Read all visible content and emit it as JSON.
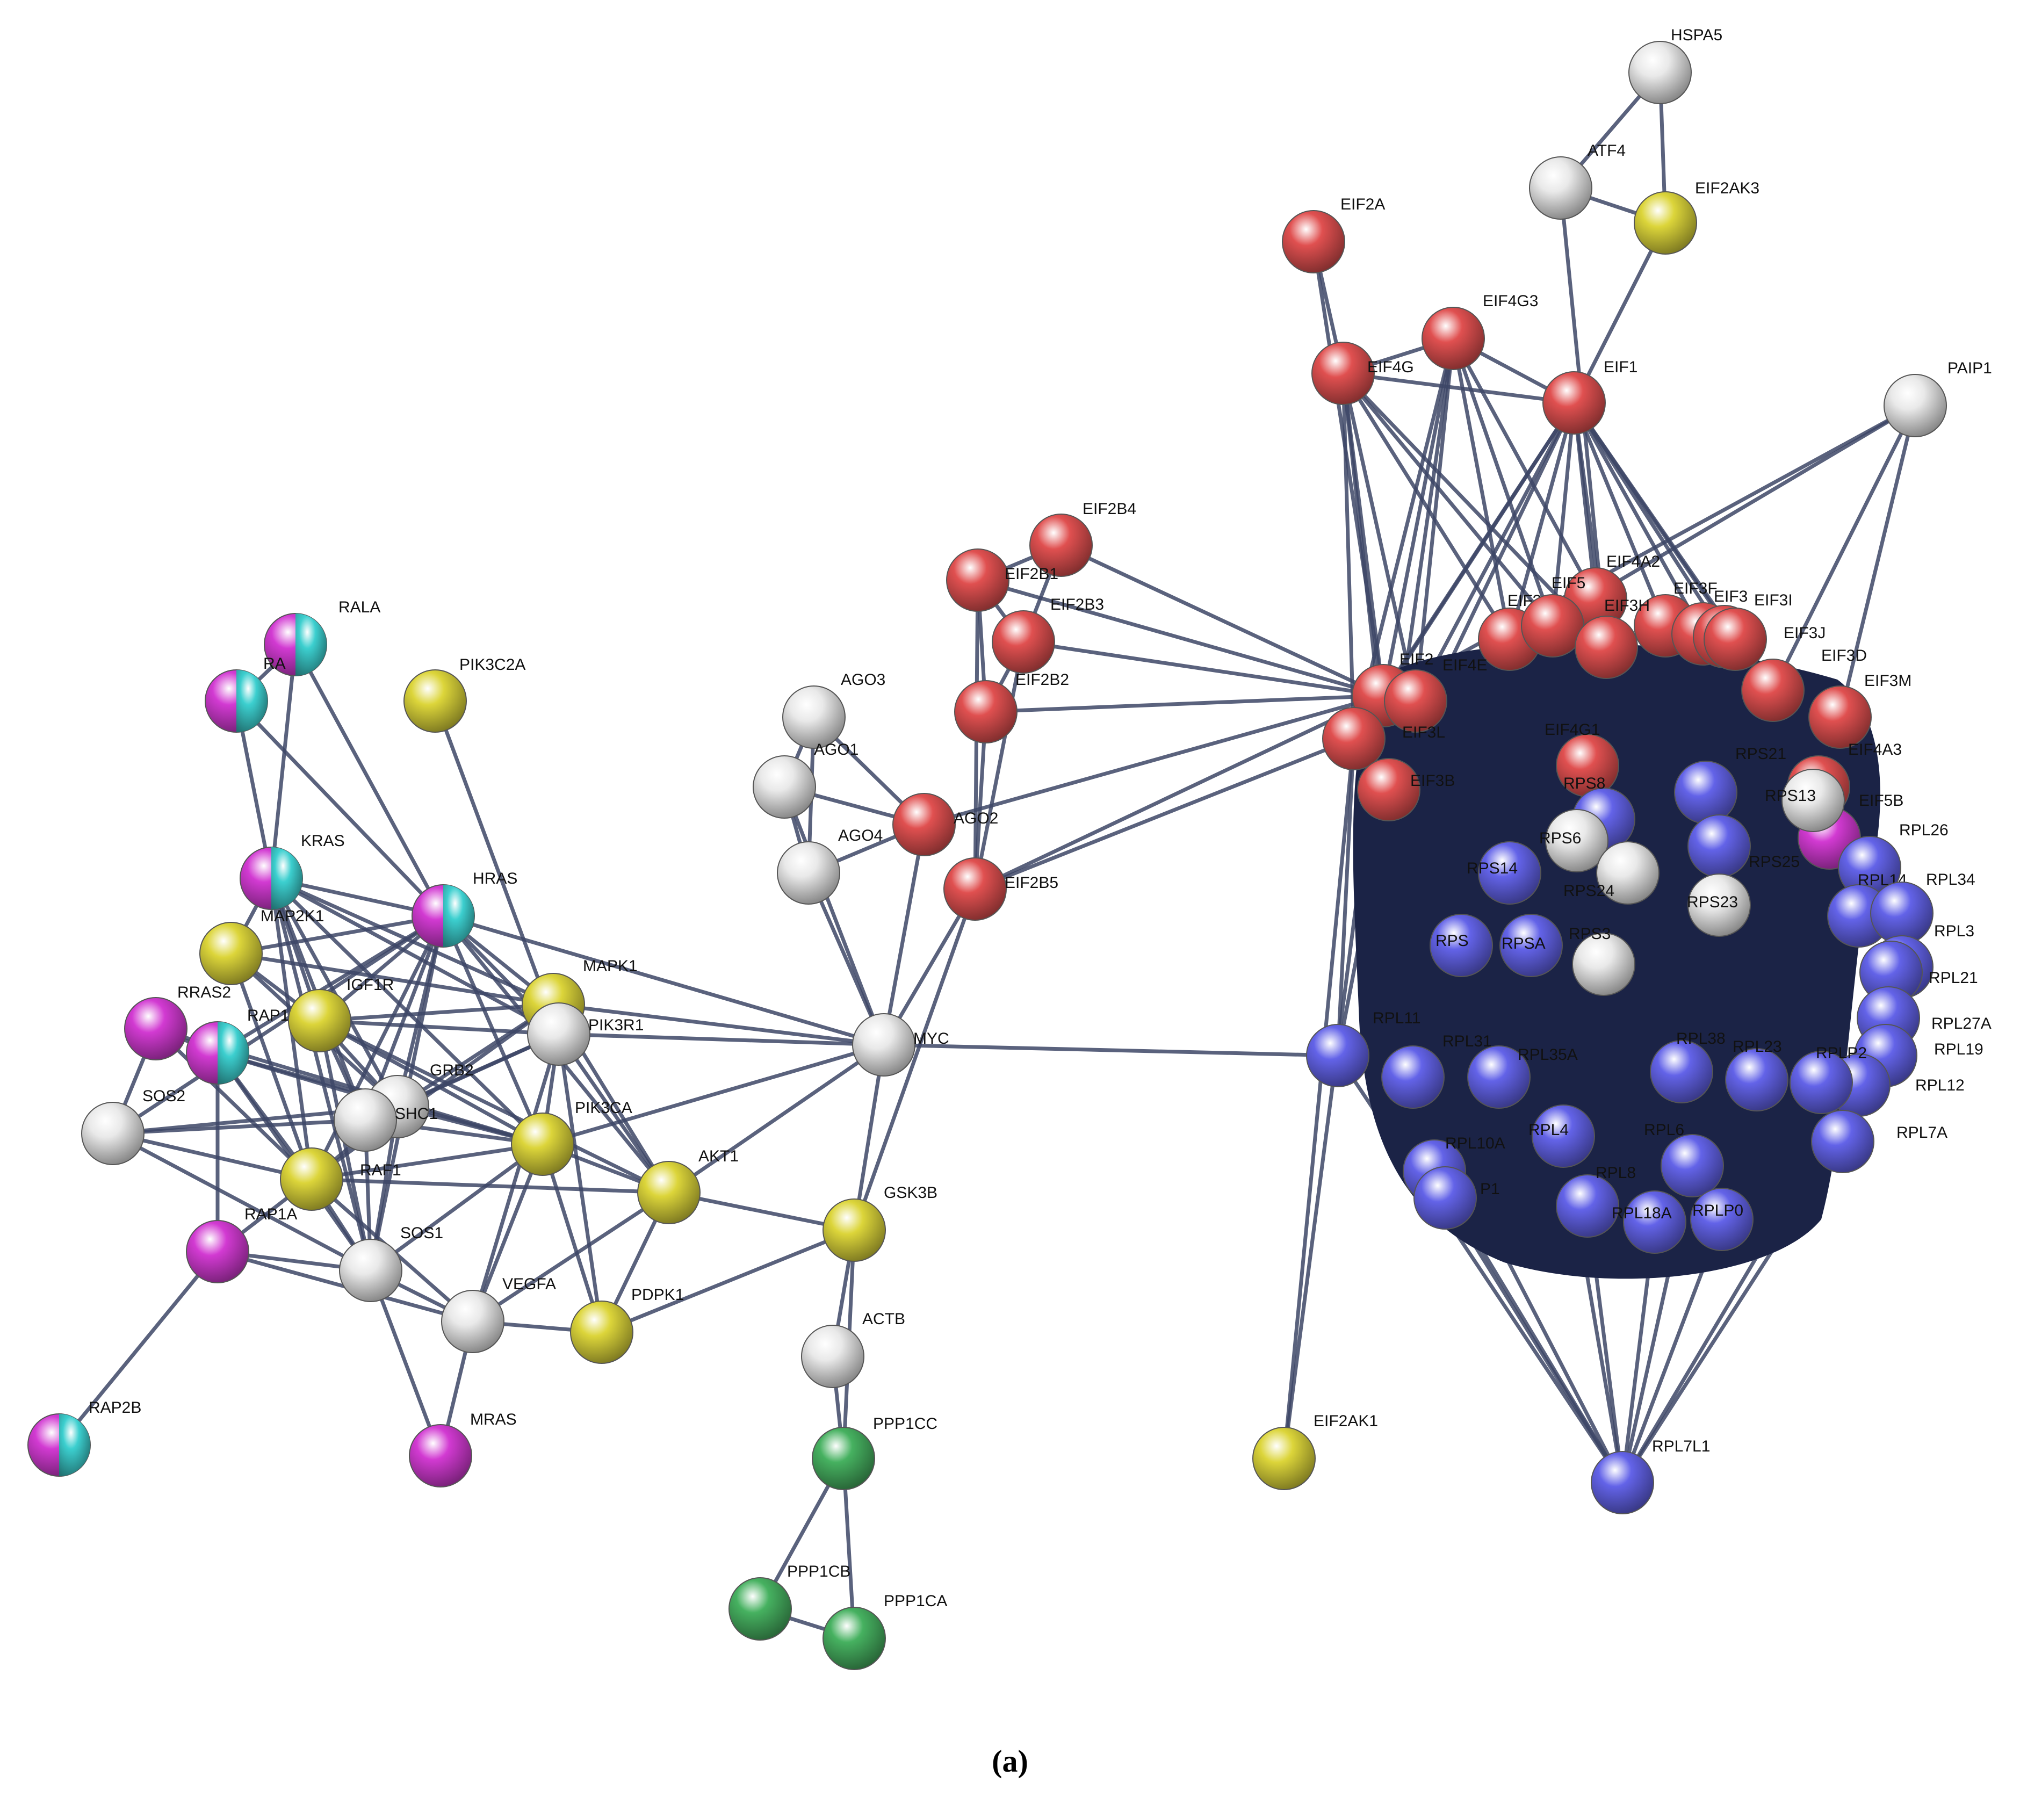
{
  "caption": "(a)",
  "colors": {
    "red": "#e05050",
    "white": "#e9e9e9",
    "yellow": "#dcd53a",
    "blue": "#6363e8",
    "green": "#46b160",
    "magenta": "#d23ad2",
    "cyan": "#3ccfcf",
    "edge": "#3d4666",
    "cluster_fill": "#1b2346"
  },
  "nodes": [
    {
      "id": "HSPA5",
      "label": "HSPA5",
      "color": "white"
    },
    {
      "id": "ATF4",
      "label": "ATF4",
      "color": "white"
    },
    {
      "id": "EIF2AK3",
      "label": "EIF2AK3",
      "color": "yellow"
    },
    {
      "id": "EIF2A",
      "label": "EIF2A",
      "color": "red"
    },
    {
      "id": "EIF4G3",
      "label": "EIF4G3",
      "color": "red"
    },
    {
      "id": "EIF4G",
      "label": "EIF4G",
      "color": "red"
    },
    {
      "id": "EIF1",
      "label": "EIF1",
      "color": "red"
    },
    {
      "id": "PAIP1",
      "label": "PAIP1",
      "color": "white"
    },
    {
      "id": "EIF2B4",
      "label": "EIF2B4",
      "color": "red"
    },
    {
      "id": "EIF2B1",
      "label": "EIF2B1",
      "color": "red"
    },
    {
      "id": "EIF2B3",
      "label": "EIF2B3",
      "color": "red"
    },
    {
      "id": "EIF2B2",
      "label": "EIF2B2",
      "color": "red"
    },
    {
      "id": "EIF2B5",
      "label": "EIF2B5",
      "color": "red"
    },
    {
      "id": "AGO3",
      "label": "AGO3",
      "color": "white"
    },
    {
      "id": "AGO1",
      "label": "AGO1",
      "color": "white"
    },
    {
      "id": "AGO4",
      "label": "AGO4",
      "color": "white"
    },
    {
      "id": "AGO2",
      "label": "AGO2",
      "color": "red"
    },
    {
      "id": "MYC",
      "label": "MYC",
      "color": "white"
    },
    {
      "id": "GSK3B",
      "label": "GSK3B",
      "color": "yellow"
    },
    {
      "id": "ACTB",
      "label": "ACTB",
      "color": "white"
    },
    {
      "id": "PPP1CC",
      "label": "PPP1CC",
      "color": "green"
    },
    {
      "id": "PPP1CB",
      "label": "PPP1CB",
      "color": "green"
    },
    {
      "id": "PPP1CA",
      "label": "PPP1CA",
      "color": "green"
    },
    {
      "id": "EIF2AK1",
      "label": "EIF2AK1",
      "color": "yellow"
    },
    {
      "id": "RALA",
      "label": "RALA",
      "color": "magenta-cyan"
    },
    {
      "id": "RA",
      "label": "RA",
      "color": "magenta-cyan"
    },
    {
      "id": "PIK3C2A",
      "label": "PIK3C2A",
      "color": "yellow"
    },
    {
      "id": "KRAS",
      "label": "KRAS",
      "color": "magenta-cyan"
    },
    {
      "id": "HRAS",
      "label": "HRAS",
      "color": "magenta-cyan"
    },
    {
      "id": "MAP2K1",
      "label": "MAP2K1",
      "color": "yellow"
    },
    {
      "id": "RRAS2",
      "label": "RRAS2",
      "color": "magenta"
    },
    {
      "id": "RAP1B",
      "label": "RAP1B",
      "color": "magenta-cyan"
    },
    {
      "id": "IGF1R",
      "label": "IGF1R",
      "color": "yellow"
    },
    {
      "id": "MAPK1",
      "label": "MAPK1",
      "color": "yellow"
    },
    {
      "id": "PIK3R1",
      "label": "PIK3R1",
      "color": "white"
    },
    {
      "id": "GRB2",
      "label": "GRB2",
      "color": "white"
    },
    {
      "id": "SHC1",
      "label": "SHC1",
      "color": "white"
    },
    {
      "id": "SOS2",
      "label": "SOS2",
      "color": "white"
    },
    {
      "id": "PIK3CA",
      "label": "PIK3CA",
      "color": "yellow"
    },
    {
      "id": "AKT1",
      "label": "AKT1",
      "color": "yellow"
    },
    {
      "id": "RAF1",
      "label": "RAF1",
      "color": "yellow"
    },
    {
      "id": "RAP1A",
      "label": "RAP1A",
      "color": "magenta"
    },
    {
      "id": "SOS1",
      "label": "SOS1",
      "color": "white"
    },
    {
      "id": "VEGFA",
      "label": "VEGFA",
      "color": "white"
    },
    {
      "id": "PDPK1",
      "label": "PDPK1",
      "color": "yellow"
    },
    {
      "id": "MRAS",
      "label": "MRAS",
      "color": "magenta"
    },
    {
      "id": "RAP2B",
      "label": "RAP2B",
      "color": "magenta-cyan"
    },
    {
      "id": "EIF4A2",
      "label": "EIF4A2",
      "color": "red"
    },
    {
      "id": "EIF3F",
      "label": "EIF3F",
      "color": "red"
    },
    {
      "id": "EIF3",
      "label": "EIF3",
      "color": "red"
    },
    {
      "id": "EIF3I",
      "label": "EIF3I",
      "color": "red"
    },
    {
      "id": "EIF3J",
      "label": "EIF3J",
      "color": "red"
    },
    {
      "id": "EIF3A",
      "label": "EIF3A",
      "color": "red"
    },
    {
      "id": "EIF5",
      "label": "EIF5",
      "color": "red"
    },
    {
      "id": "EIF3H",
      "label": "EIF3H",
      "color": "red"
    },
    {
      "id": "EIF3D",
      "label": "EIF3D",
      "color": "red"
    },
    {
      "id": "EIF3M",
      "label": "EIF3M",
      "color": "red"
    },
    {
      "id": "EIF2",
      "label": "EIF2",
      "color": "red"
    },
    {
      "id": "EIF4E",
      "label": "EIF4E",
      "color": "red"
    },
    {
      "id": "EIF3L",
      "label": "EIF3L",
      "color": "red"
    },
    {
      "id": "EIF3B",
      "label": "EIF3B",
      "color": "red"
    },
    {
      "id": "EIF4G1",
      "label": "EIF4G1",
      "color": "red"
    },
    {
      "id": "EIF4A3",
      "label": "EIF4A3",
      "color": "red"
    },
    {
      "id": "EIF5B",
      "label": "EIF5B",
      "color": "magenta"
    },
    {
      "id": "RPS21",
      "label": "RPS21",
      "color": "blue"
    },
    {
      "id": "RPS13",
      "label": "RPS13",
      "color": "white"
    },
    {
      "id": "RPS8",
      "label": "RPS8",
      "color": "blue"
    },
    {
      "id": "RPS6",
      "label": "RPS6",
      "color": "white"
    },
    {
      "id": "RPS14",
      "label": "RPS14",
      "color": "blue"
    },
    {
      "id": "RPS25",
      "label": "RPS25",
      "color": "blue"
    },
    {
      "id": "RPS24",
      "label": "RPS24",
      "color": "white"
    },
    {
      "id": "RPS23",
      "label": "RPS23",
      "color": "white"
    },
    {
      "id": "RPS",
      "label": "RPS",
      "color": "blue"
    },
    {
      "id": "RPSA",
      "label": "RPSA",
      "color": "blue"
    },
    {
      "id": "RPS3",
      "label": "RPS3",
      "color": "white"
    },
    {
      "id": "RPL26",
      "label": "RPL26",
      "color": "blue"
    },
    {
      "id": "RPL14",
      "label": "RPL14",
      "color": "blue"
    },
    {
      "id": "RPL34",
      "label": "RPL34",
      "color": "blue"
    },
    {
      "id": "RPL3",
      "label": "RPL3",
      "color": "blue"
    },
    {
      "id": "RPL21",
      "label": "RPL21",
      "color": "blue"
    },
    {
      "id": "RPL27A",
      "label": "RPL27A",
      "color": "blue"
    },
    {
      "id": "RPL19",
      "label": "RPL19",
      "color": "blue"
    },
    {
      "id": "RPL12",
      "label": "RPL12",
      "color": "blue"
    },
    {
      "id": "RPL7A",
      "label": "RPL7A",
      "color": "blue"
    },
    {
      "id": "RPL11",
      "label": "RPL11",
      "color": "blue"
    },
    {
      "id": "RPL31",
      "label": "RPL31",
      "color": "blue"
    },
    {
      "id": "RPL35A",
      "label": "RPL35A",
      "color": "blue"
    },
    {
      "id": "RPL38",
      "label": "RPL38",
      "color": "blue"
    },
    {
      "id": "RPL23",
      "label": "RPL23",
      "color": "blue"
    },
    {
      "id": "RPLP2",
      "label": "RPLP2",
      "color": "blue"
    },
    {
      "id": "RPL10A",
      "label": "RPL10A",
      "color": "blue"
    },
    {
      "id": "RPL4",
      "label": "RPL4",
      "color": "blue"
    },
    {
      "id": "RPL6",
      "label": "RPL6",
      "color": "blue"
    },
    {
      "id": "P1",
      "label": "P1",
      "color": "blue"
    },
    {
      "id": "RPL8",
      "label": "RPL8",
      "color": "blue"
    },
    {
      "id": "RPL18A",
      "label": "RPL18A",
      "color": "blue"
    },
    {
      "id": "RPLP0",
      "label": "RPLP0",
      "color": "blue"
    },
    {
      "id": "RPL7L1",
      "label": "RPL7L1",
      "color": "blue"
    }
  ],
  "edges": [
    [
      "HSPA5",
      "ATF4"
    ],
    [
      "HSPA5",
      "EIF2AK3"
    ],
    [
      "ATF4",
      "EIF2AK3"
    ],
    [
      "ATF4",
      "EIF3H"
    ],
    [
      "EIF2AK3",
      "EIF1"
    ],
    [
      "EIF2A",
      "EIF4G"
    ],
    [
      "EIF2A",
      "EIF2"
    ],
    [
      "EIF4G3",
      "EIF4G"
    ],
    [
      "EIF4G3",
      "EIF1"
    ],
    [
      "EIF4G3",
      "EIF2"
    ],
    [
      "EIF4G3",
      "EIF4E"
    ],
    [
      "EIF4G3",
      "EIF3A"
    ],
    [
      "EIF4G3",
      "EIF5"
    ],
    [
      "EIF4G3",
      "EIF4A2"
    ],
    [
      "EIF4G3",
      "EIF3L"
    ],
    [
      "EIF4G3",
      "EIF3B"
    ],
    [
      "EIF4G",
      "EIF1"
    ],
    [
      "EIF4G",
      "EIF2"
    ],
    [
      "EIF4G",
      "EIF4E"
    ],
    [
      "EIF4G",
      "EIF3L"
    ],
    [
      "EIF4G",
      "EIF3B"
    ],
    [
      "EIF4G",
      "EIF3A"
    ],
    [
      "EIF4G",
      "EIF5"
    ],
    [
      "EIF4G",
      "EIF3H"
    ],
    [
      "EIF1",
      "EIF2"
    ],
    [
      "EIF1",
      "EIF4E"
    ],
    [
      "EIF1",
      "EIF3A"
    ],
    [
      "EIF1",
      "EIF5"
    ],
    [
      "EIF1",
      "EIF3H"
    ],
    [
      "EIF1",
      "EIF3F"
    ],
    [
      "EIF1",
      "EIF3"
    ],
    [
      "EIF1",
      "EIF3I"
    ],
    [
      "EIF1",
      "EIF3L"
    ],
    [
      "EIF1",
      "EIF3B"
    ],
    [
      "EIF1",
      "EIF4A2"
    ],
    [
      "EIF1",
      "EIF3J"
    ],
    [
      "EIF1",
      "EIF3D"
    ],
    [
      "PAIP1",
      "EIF2"
    ],
    [
      "PAIP1",
      "EIF4E"
    ],
    [
      "PAIP1",
      "EIF3M"
    ],
    [
      "PAIP1",
      "EIF3D"
    ],
    [
      "EIF2B4",
      "EIF2B1"
    ],
    [
      "EIF2B4",
      "EIF2B3"
    ],
    [
      "EIF2B4",
      "EIF2"
    ],
    [
      "EIF2B1",
      "EIF2B3"
    ],
    [
      "EIF2B1",
      "EIF2B2"
    ],
    [
      "EIF2B1",
      "EIF2B5"
    ],
    [
      "EIF2B1",
      "EIF2"
    ],
    [
      "EIF2B3",
      "EIF2B2"
    ],
    [
      "EIF2B3",
      "EIF2B5"
    ],
    [
      "EIF2B3",
      "EIF2"
    ],
    [
      "EIF2B2",
      "EIF2B5"
    ],
    [
      "EIF2B2",
      "EIF2"
    ],
    [
      "EIF2B5",
      "EIF2"
    ],
    [
      "EIF2B5",
      "EIF3L"
    ],
    [
      "AGO3",
      "AGO1"
    ],
    [
      "AGO3",
      "AGO2"
    ],
    [
      "AGO3",
      "AGO4"
    ],
    [
      "AGO1",
      "AGO4"
    ],
    [
      "AGO1",
      "AGO2"
    ],
    [
      "AGO4",
      "AGO2"
    ],
    [
      "AGO2",
      "EIF2"
    ],
    [
      "AGO2",
      "MYC"
    ],
    [
      "AGO4",
      "MYC"
    ],
    [
      "AGO1",
      "MYC"
    ],
    [
      "MYC",
      "GSK3B"
    ],
    [
      "MYC",
      "RPL11"
    ],
    [
      "MYC",
      "PIK3R1"
    ],
    [
      "MYC",
      "HRAS"
    ],
    [
      "MYC",
      "EIF2B5"
    ],
    [
      "MYC",
      "AKT1"
    ],
    [
      "MYC",
      "PIK3CA"
    ],
    [
      "MYC",
      "MAPK1"
    ],
    [
      "GSK3B",
      "ACTB"
    ],
    [
      "GSK3B",
      "AKT1"
    ],
    [
      "GSK3B",
      "PDPK1"
    ],
    [
      "GSK3B",
      "EIF2B5"
    ],
    [
      "GSK3B",
      "PPP1CC"
    ],
    [
      "ACTB",
      "PPP1CC"
    ],
    [
      "PPP1CC",
      "PPP1CB"
    ],
    [
      "PPP1CC",
      "PPP1CA"
    ],
    [
      "PPP1CB",
      "PPP1CA"
    ],
    [
      "EIF2AK1",
      "EIF2"
    ],
    [
      "EIF2AK1",
      "EIF3L"
    ],
    [
      "RALA",
      "RA"
    ],
    [
      "RALA",
      "KRAS"
    ],
    [
      "RALA",
      "HRAS"
    ],
    [
      "RA",
      "KRAS"
    ],
    [
      "RA",
      "HRAS"
    ],
    [
      "PIK3C2A",
      "PIK3R1"
    ],
    [
      "KRAS",
      "HRAS"
    ],
    [
      "KRAS",
      "MAP2K1"
    ],
    [
      "KRAS",
      "RAF1"
    ],
    [
      "KRAS",
      "PIK3CA"
    ],
    [
      "KRAS",
      "SOS1"
    ],
    [
      "KRAS",
      "GRB2"
    ],
    [
      "KRAS",
      "SHC1"
    ],
    [
      "KRAS",
      "PIK3R1"
    ],
    [
      "KRAS",
      "MAPK1"
    ],
    [
      "KRAS",
      "IGF1R"
    ],
    [
      "HRAS",
      "MAP2K1"
    ],
    [
      "HRAS",
      "RAF1"
    ],
    [
      "HRAS",
      "PIK3CA"
    ],
    [
      "HRAS",
      "SOS1"
    ],
    [
      "HRAS",
      "GRB2"
    ],
    [
      "HRAS",
      "SHC1"
    ],
    [
      "HRAS",
      "PIK3R1"
    ],
    [
      "HRAS",
      "MAPK1"
    ],
    [
      "HRAS",
      "AKT1"
    ],
    [
      "HRAS",
      "IGF1R"
    ],
    [
      "HRAS",
      "RAP1B"
    ],
    [
      "HRAS",
      "SOS2"
    ],
    [
      "MAP2K1",
      "MAPK1"
    ],
    [
      "MAP2K1",
      "RAF1"
    ],
    [
      "MAP2K1",
      "IGF1R"
    ],
    [
      "MAP2K1",
      "GRB2"
    ],
    [
      "RRAS2",
      "RAP1B"
    ],
    [
      "RRAS2",
      "SOS2"
    ],
    [
      "RRAS2",
      "RAF1"
    ],
    [
      "RRAS2",
      "PIK3CA"
    ],
    [
      "RAP1B",
      "RAF1"
    ],
    [
      "RAP1B",
      "SOS1"
    ],
    [
      "RAP1B",
      "PIK3CA"
    ],
    [
      "RAP1B",
      "RAP1A"
    ],
    [
      "RAP1B",
      "GRB2"
    ],
    [
      "IGF1R",
      "GRB2"
    ],
    [
      "IGF1R",
      "SHC1"
    ],
    [
      "IGF1R",
      "PIK3R1"
    ],
    [
      "IGF1R",
      "PIK3CA"
    ],
    [
      "IGF1R",
      "AKT1"
    ],
    [
      "IGF1R",
      "SOS1"
    ],
    [
      "IGF1R",
      "MAPK1"
    ],
    [
      "MAPK1",
      "PIK3R1"
    ],
    [
      "MAPK1",
      "RAF1"
    ],
    [
      "MAPK1",
      "GRB2"
    ],
    [
      "MAPK1",
      "AKT1"
    ],
    [
      "PIK3R1",
      "PIK3CA"
    ],
    [
      "PIK3R1",
      "AKT1"
    ],
    [
      "PIK3R1",
      "GRB2"
    ],
    [
      "PIK3R1",
      "SHC1"
    ],
    [
      "PIK3R1",
      "PDPK1"
    ],
    [
      "PIK3R1",
      "VEGFA"
    ],
    [
      "GRB2",
      "SHC1"
    ],
    [
      "GRB2",
      "SOS1"
    ],
    [
      "GRB2",
      "SOS2"
    ],
    [
      "GRB2",
      "PIK3CA"
    ],
    [
      "GRB2",
      "RAF1"
    ],
    [
      "SHC1",
      "SOS1"
    ],
    [
      "SHC1",
      "SOS2"
    ],
    [
      "SHC1",
      "PIK3CA"
    ],
    [
      "SOS2",
      "RAF1"
    ],
    [
      "SOS2",
      "SOS1"
    ],
    [
      "PIK3CA",
      "AKT1"
    ],
    [
      "PIK3CA",
      "PDPK1"
    ],
    [
      "PIK3CA",
      "VEGFA"
    ],
    [
      "PIK3CA",
      "RAF1"
    ],
    [
      "PIK3CA",
      "SOS1"
    ],
    [
      "AKT1",
      "PDPK1"
    ],
    [
      "AKT1",
      "VEGFA"
    ],
    [
      "AKT1",
      "RAF1"
    ],
    [
      "RAF1",
      "SOS1"
    ],
    [
      "RAF1",
      "RAP1A"
    ],
    [
      "RAF1",
      "VEGFA"
    ],
    [
      "RAP1A",
      "SOS1"
    ],
    [
      "RAP1A",
      "RAP2B"
    ],
    [
      "RAP1A",
      "VEGFA"
    ],
    [
      "SOS1",
      "VEGFA"
    ],
    [
      "SOS1",
      "MRAS"
    ],
    [
      "VEGFA",
      "PDPK1"
    ],
    [
      "VEGFA",
      "MRAS"
    ],
    [
      "EIF3L",
      "RPL11"
    ],
    [
      "EIF3B",
      "RPL11"
    ],
    [
      "RPL11",
      "RPL7L1"
    ],
    [
      "RPL10A",
      "RPL7L1"
    ],
    [
      "RPL4",
      "RPL7L1"
    ],
    [
      "RPL6",
      "RPL7L1"
    ],
    [
      "P1",
      "RPL7L1"
    ],
    [
      "RPL8",
      "RPL7L1"
    ],
    [
      "RPL18A",
      "RPL7L1"
    ],
    [
      "RPLP0",
      "RPL7L1"
    ],
    [
      "RPL7A",
      "RPL7L1"
    ],
    [
      "RPL12",
      "RPL7L1"
    ],
    [
      "RPL31",
      "RPL7L1"
    ]
  ]
}
